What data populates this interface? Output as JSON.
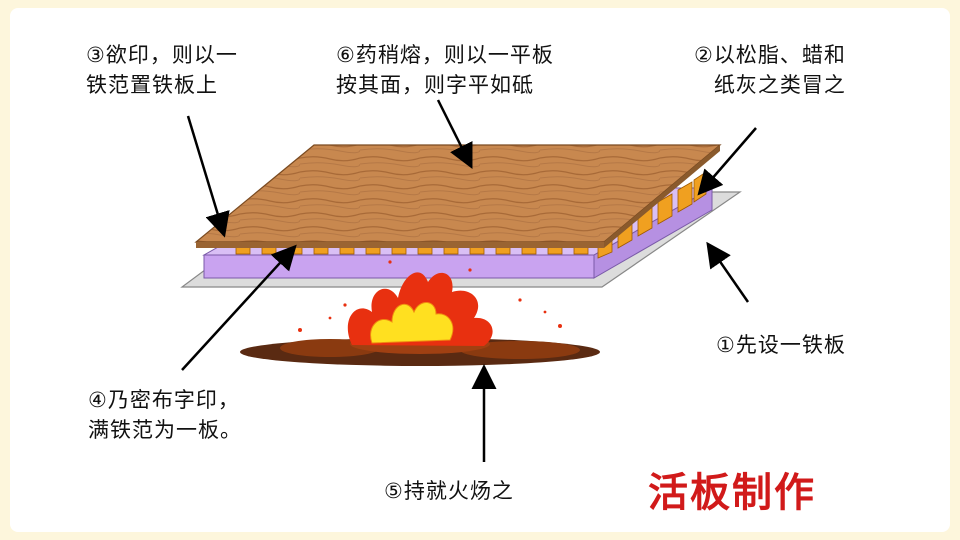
{
  "title": "活板制作",
  "notes": {
    "step1": "①先设一铁板",
    "step2": "②以松脂、蜡和\n纸灰之类冒之",
    "step3": "③欲印，则以一\n铁范置铁板上",
    "step4": "④乃密布字印，\n满铁范为一板。",
    "step5": "⑤持就火炀之",
    "step6": "⑥药稍熔，则以一平板\n按其面，则字平如砥"
  },
  "colors": {
    "title": "#d11a1a",
    "wood": "#c8884f",
    "wax_layer": "#c9a3f0",
    "type_blocks": "#f0a020",
    "iron_plate": "#dcdcdc",
    "flame_outer": "#e83010",
    "flame_inner": "#ffe020",
    "background": "#fdf6dc"
  }
}
